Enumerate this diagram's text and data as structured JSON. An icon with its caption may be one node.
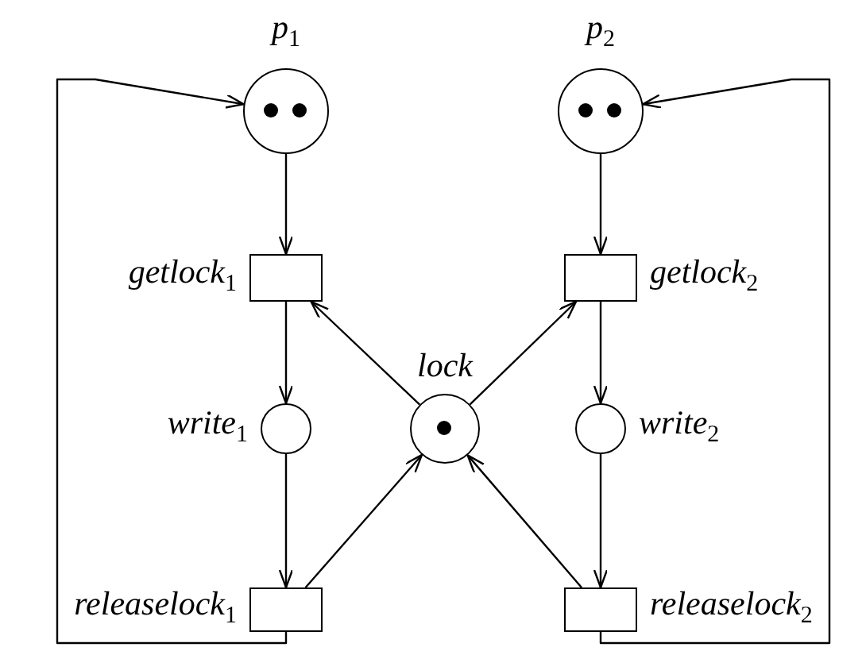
{
  "diagram": {
    "nodes": [
      {
        "text": [],
        "shape": "circle",
        "beside": [
          "p$_{1}$"
        ]
      },
      {
        "text": [],
        "shape": "circle",
        "beside": [
          "p$_{2}$"
        ]
      },
      {
        "text": [],
        "shape": "box",
        "beside": [
          "getlock$_{1}$"
        ]
      },
      {
        "text": [],
        "shape": "box",
        "beside": [
          "getlock$_{2}$"
        ]
      },
      {
        "text": [],
        "shape": "circle",
        "beside": [
          "write$_{1}$"
        ]
      },
      {
        "text": [],
        "shape": "circle",
        "beside": [
          "lock"
        ]
      },
      {
        "text": [],
        "shape": "circle",
        "beside": [
          "write$_{2}$"
        ]
      },
      {
        "text": [],
        "shape": "box",
        "beside": [
          "releaselock$_{1}$"
        ]
      },
      {
        "text": [],
        "shape": "box",
        "beside": [
          "releaselock$_{2}$"
        ]
      }
    ],
    "edges": [
      {
        "from": 0,
        "to": 2,
        "arrow": "to"
      },
      {
        "from": 1,
        "to": 3,
        "arrow": "to"
      },
      {
        "from": 2,
        "to": 4,
        "arrow": "to"
      },
      {
        "from": 3,
        "to": 6,
        "arrow": "to"
      },
      {
        "from": 5,
        "to": 2,
        "arrow": "to"
      },
      {
        "from": 5,
        "to": 3,
        "arrow": "to"
      },
      {
        "from": 4,
        "to": 7,
        "arrow": "to"
      },
      {
        "from": 6,
        "to": 8,
        "arrow": "to"
      },
      {
        "from": 7,
        "to": 5,
        "arrow": "to"
      },
      {
        "from": 8,
        "to": 5,
        "arrow": "to"
      },
      {
        "from": 7,
        "to": 0,
        "arrow": "to"
      },
      {
        "from": 8,
        "to": 1,
        "arrow": "to"
      }
    ]
  }
}
